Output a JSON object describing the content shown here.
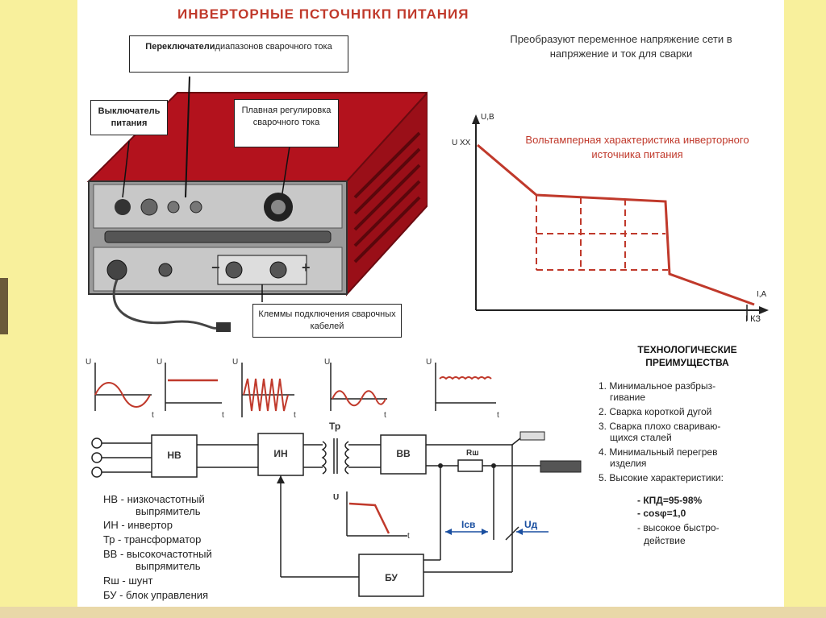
{
  "title": "ИНВЕРТОРНЫЕ ПСТОЧНПКП ПИТАНИЯ",
  "subtitle": "Преобразуют переменное напряжение сети в напряжение и ток для сварки",
  "callouts": {
    "range_switch_bold": "Переключатели",
    "range_switch_rest": "диапазонов сварочного тока",
    "power_switch": "Выключатель питания",
    "smooth_adjust": "Плавная регулировка сварочного тока",
    "terminals": "Клеммы подключения сварочных кабелей"
  },
  "va_chart": {
    "title": "Вольтамперная характеристика инверторного источника питания",
    "y_axis_label": "U,B",
    "x_axis_label": "I,A",
    "u_open_label": "U XX",
    "i_short_label": "I КЗ"
  },
  "waveforms": {
    "u_label": "U",
    "t_label": "t"
  },
  "blocks": {
    "nv": "НВ",
    "in": "ИН",
    "tr": "Тр",
    "vv": "ВВ",
    "rsh": "Rш",
    "bu": "БУ",
    "icv": "Iсв",
    "ud": "Uд",
    "u_small": "U",
    "t_small": "t"
  },
  "panel": {
    "minus": "−",
    "plus": "+"
  },
  "legend": [
    "НВ - низкочастотный",
    "выпрямитель",
    "ИН - инвертор",
    "Тр - трансформатор",
    "ВВ - высокочастотный",
    "выпрямитель",
    "Rш - шунт",
    "БУ - блок управления"
  ],
  "advantages": {
    "title_line1": "ТЕХНОЛОГИЧЕСКИЕ",
    "title_line2": "ПРЕИМУЩЕСТВА",
    "items": [
      "1. Минимальное разбрыз-",
      "гивание",
      "2. Сварка короткой дугой",
      "3. Сварка плохо свариваю-",
      "щихся сталей",
      "4. Минимальный перегрев",
      "изделия",
      "5. Высокие характеристики:",
      "- КПД=95-98%",
      "- cosφ=1,0",
      "- высокое быстро-",
      "действие"
    ]
  },
  "colors": {
    "accent_red": "#c0392b",
    "case_red": "#b3121d",
    "background_frame": "#f7ef9a"
  }
}
